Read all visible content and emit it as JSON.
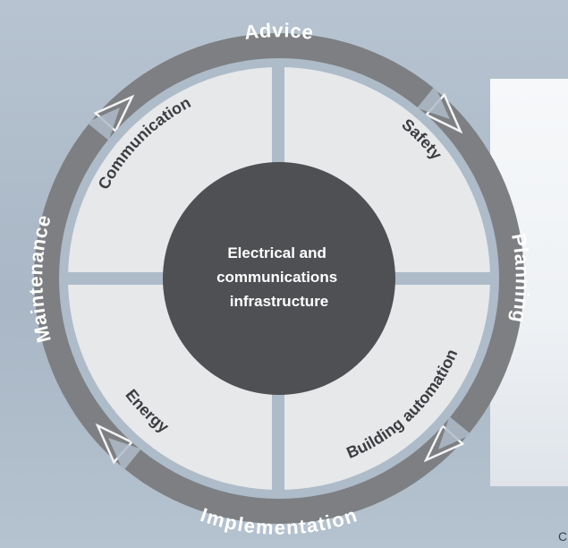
{
  "diagram": {
    "center_label": [
      "Electrical and",
      "communications",
      "infrastructure"
    ],
    "sectors": [
      "Communication",
      "Safety",
      "Building automation",
      "Energy"
    ],
    "cycle_steps": [
      "Advice",
      "Planning",
      "Implementation",
      "Maintenance"
    ]
  },
  "corner_mark": "C",
  "colors": {
    "background": "#aebbc9",
    "ring": "#7d7f82",
    "ring_edge": "#f1f3f5",
    "sector_fill": "#e7e8ea",
    "divider": "#aebbc9",
    "center_fill": "#4e5053",
    "text_dark": "#3b3d40",
    "text_light": "#ffffff"
  }
}
